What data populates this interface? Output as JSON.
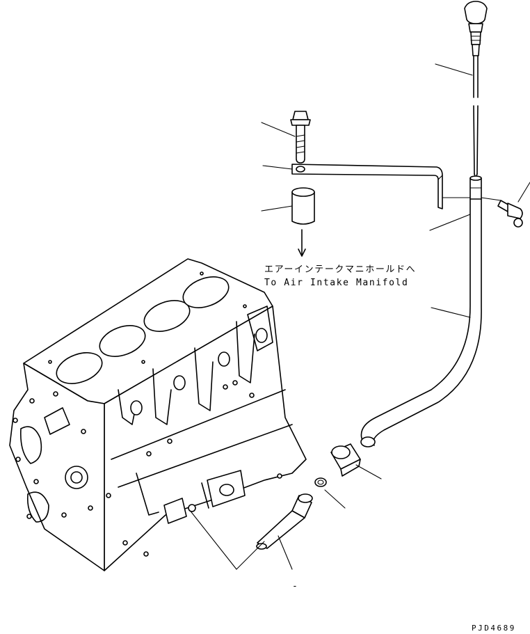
{
  "destination": {
    "label_jp": "エアーインテークマニホールドへ",
    "label_en": "To Air Intake Manifold"
  },
  "drawing_code": "PJD4689",
  "callout_dash": "-"
}
